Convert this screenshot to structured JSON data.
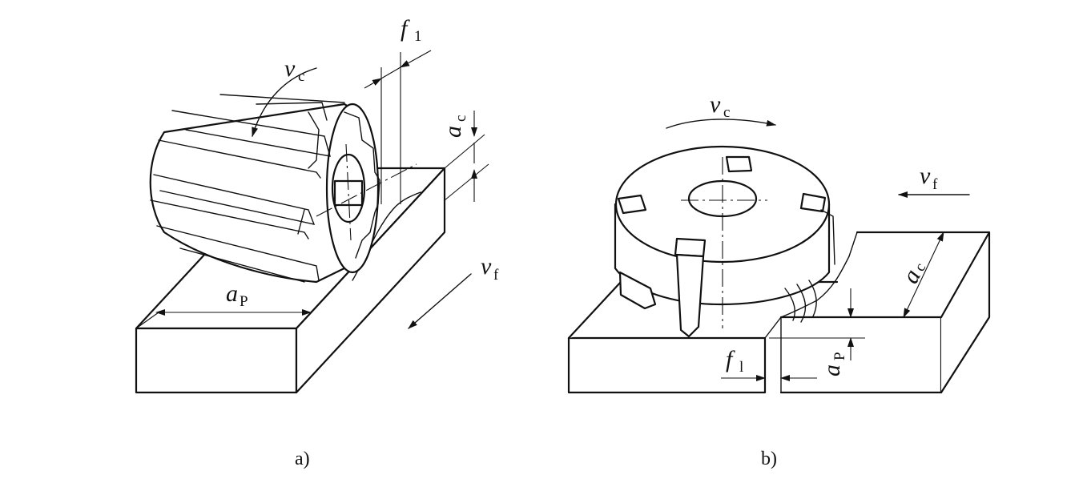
{
  "figure_a": {
    "caption": "a)",
    "labels": {
      "vc": "v",
      "vc_sub": "c",
      "f1": "f",
      "f1_sub": "1",
      "ac": "a",
      "ac_sub": "c",
      "vf": "v",
      "vf_sub": "f",
      "ap": "a",
      "ap_sub": "P"
    }
  },
  "figure_b": {
    "caption": "b)",
    "labels": {
      "vc": "v",
      "vc_sub": "c",
      "vf": "v",
      "vf_sub": "f",
      "ac": "a",
      "ac_sub": "c",
      "ap": "a",
      "ap_sub": "P",
      "f1": "f",
      "f1_sub": "l"
    }
  }
}
